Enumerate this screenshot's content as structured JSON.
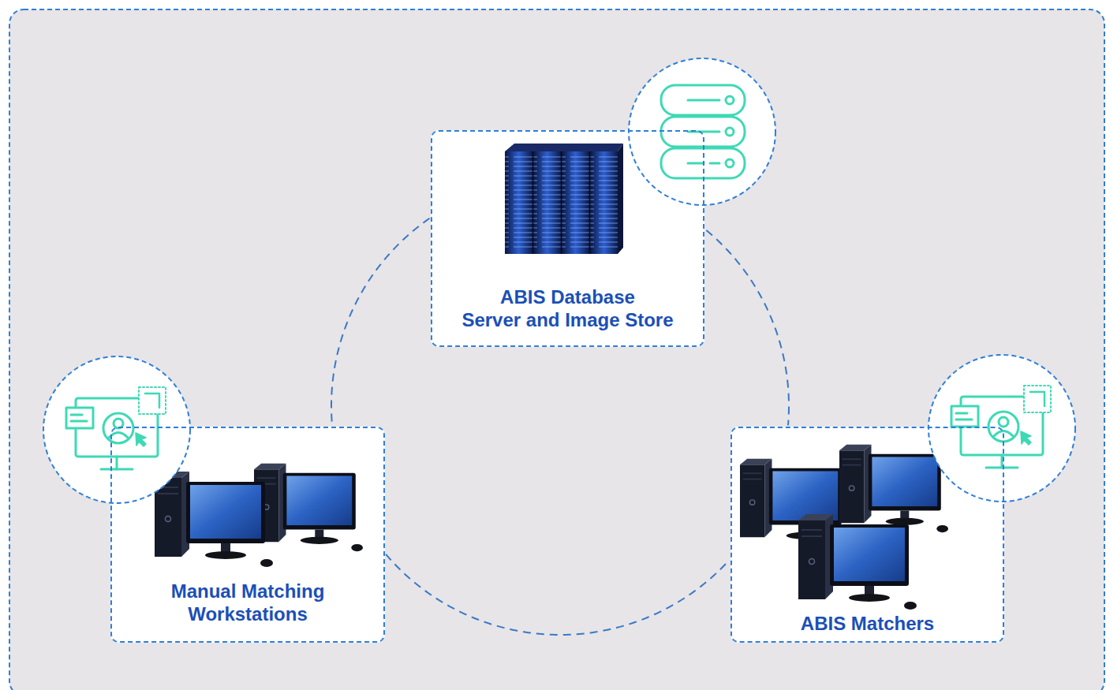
{
  "diagram": {
    "nodes": [
      {
        "text": [
          "ABIS Database Server and Image Store"
        ]
      },
      {
        "text": [
          "Manual Matching Workstations"
        ]
      },
      {
        "text": [
          "ABIS Matchers"
        ]
      }
    ],
    "edges": [
      {
        "from": 0,
        "to": 1,
        "arrow": "none"
      },
      {
        "from": 0,
        "to": 2,
        "arrow": "none"
      },
      {
        "from": 1,
        "to": 2,
        "arrow": "none"
      }
    ]
  }
}
